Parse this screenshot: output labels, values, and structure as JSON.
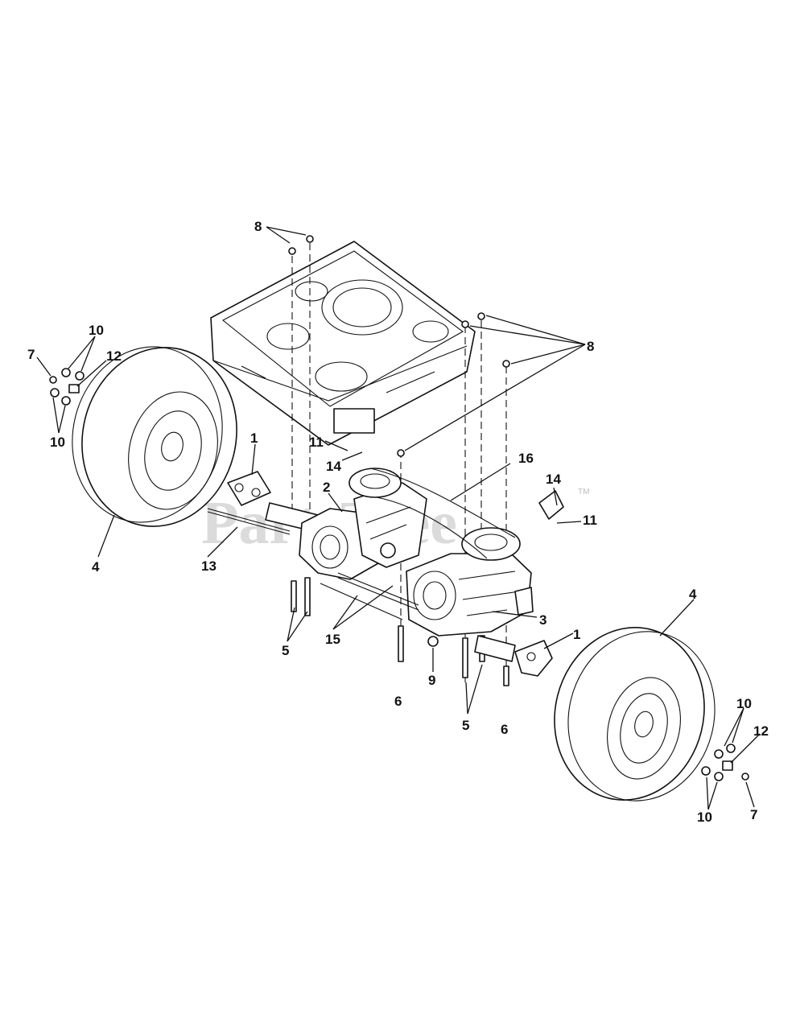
{
  "watermark": {
    "text": "PartsTree",
    "trademark": "TM"
  },
  "callouts": [
    "8",
    "8",
    "10",
    "7",
    "12",
    "10",
    "1",
    "11",
    "14",
    "2",
    "16",
    "14",
    "11",
    "4",
    "13",
    "5",
    "15",
    "3",
    "1",
    "9",
    "6",
    "5",
    "6",
    "4",
    "10",
    "12",
    "10",
    "7"
  ]
}
